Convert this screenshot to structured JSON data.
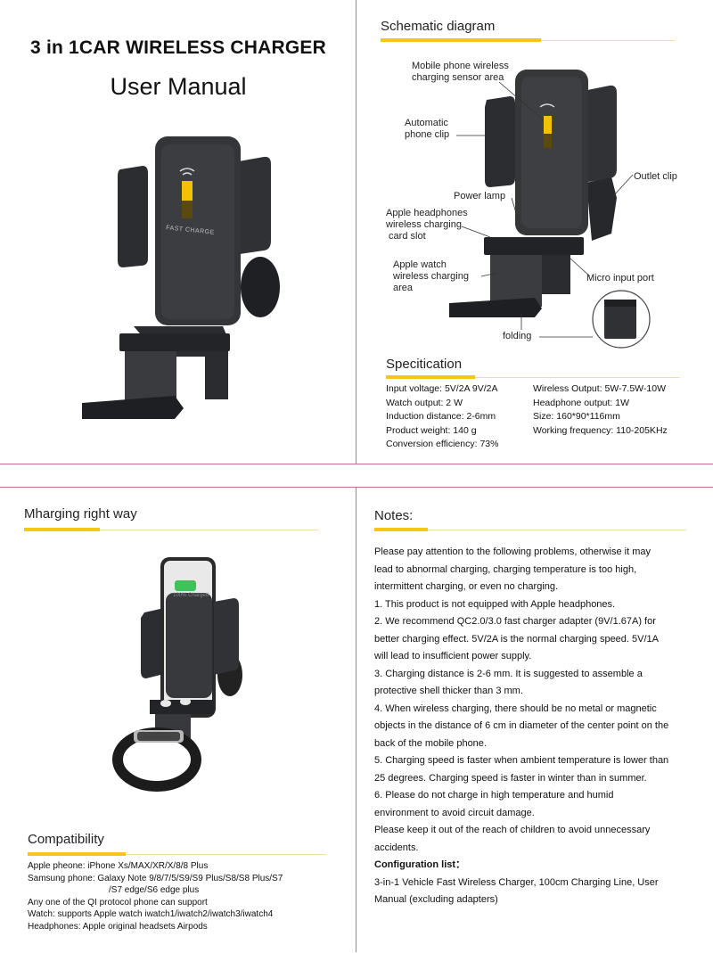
{
  "cover": {
    "title": "3 in 1CAR WIRELESS CHARGER",
    "subtitle": "User Manual",
    "product_print": "FAST CHARGE"
  },
  "schematic": {
    "heading": "Schematic diagram",
    "labels": {
      "sensor_area": [
        "Mobile phone wireless",
        "charging sensor area"
      ],
      "phone_clip": [
        "Automatic",
        "phone clip"
      ],
      "outlet_clip": "Outlet clip",
      "power_lamp": "Power lamp",
      "headphones_slot": [
        "Apple headphones",
        "wireless charging",
        " card slot"
      ],
      "watch_area": [
        "Apple watch",
        "wireless charging",
        "area"
      ],
      "micro_port": "Micro input port",
      "folding": "folding"
    }
  },
  "specification": {
    "heading": "Specitication",
    "left": [
      "Input voltage: 5V/2A 9V/2A",
      "Watch output: 2 W",
      "Induction distance: 2-6mm",
      "Product weight: 140 g",
      "Conversion efficiency: 73%"
    ],
    "right": [
      "Wireless Output: 5W-7.5W-10W",
      "Headphone output: 1W",
      "Size: 160*90*116mm",
      "Working frequency: 110-205KHz"
    ]
  },
  "charging": {
    "heading": "Mharging right way",
    "screen_text": "100% Charged"
  },
  "compatibility": {
    "heading": "Compatibility",
    "lines": [
      "Apple pheone: iPhone Xs/MAX/XR/X/8/8 Plus",
      "Samsung phone: Galaxy Note 9/8/7/5/S9/S9 Plus/S8/S8 Plus/S7",
      "/S7 edge/S6 edge plus",
      "Any one of the QI protocol phone can support",
      "Watch: supports Apple watch iwatch1/iwatch2/iwatch3/iwatch4",
      "Headphones: Apple original headsets Airpods"
    ]
  },
  "notes": {
    "heading": "Notes:",
    "lines": [
      "Please pay attention to the following problems, otherwise it may",
      "lead to abnormal charging, charging temperature is too high,",
      "intermittent charging, or even no charging.",
      "1. This product is not equipped with Apple headphones.",
      "2. We recommend QC2.0/3.0 fast charger adapter (9V/1.67A) for",
      "better charging effect. 5V/2A is the normal charging speed. 5V/1A",
      "will lead to insufficient power supply.",
      "3. Charging distance is 2-6 mm. It is suggested to assemble a",
      "protective shell thicker than 3 mm.",
      "4. When wireless charging, there should be no metal or magnetic",
      "objects in the distance of 6 cm in diameter of the center point on the",
      "back of the mobile phone.",
      "5. Charging speed is faster when ambient temperature is lower than",
      "25 degrees. Charging speed is faster in winter than in summer.",
      "6. Please do not charge in high temperature and humid",
      "environment to avoid circuit damage.",
      "Please keep it out of the reach of children to avoid unnecessary",
      "accidents."
    ],
    "config_heading": "Configuration list：",
    "config_lines": [
      "3-in-1 Vehicle Fast Wireless Charger, 100cm Charging Line, User",
      "Manual (excluding adapters)"
    ]
  },
  "colors": {
    "border": "#d06a9e",
    "accent_yellow": "#f5c518",
    "device_dark": "#2b2d30",
    "lamp_yellow": "#f2c200"
  }
}
